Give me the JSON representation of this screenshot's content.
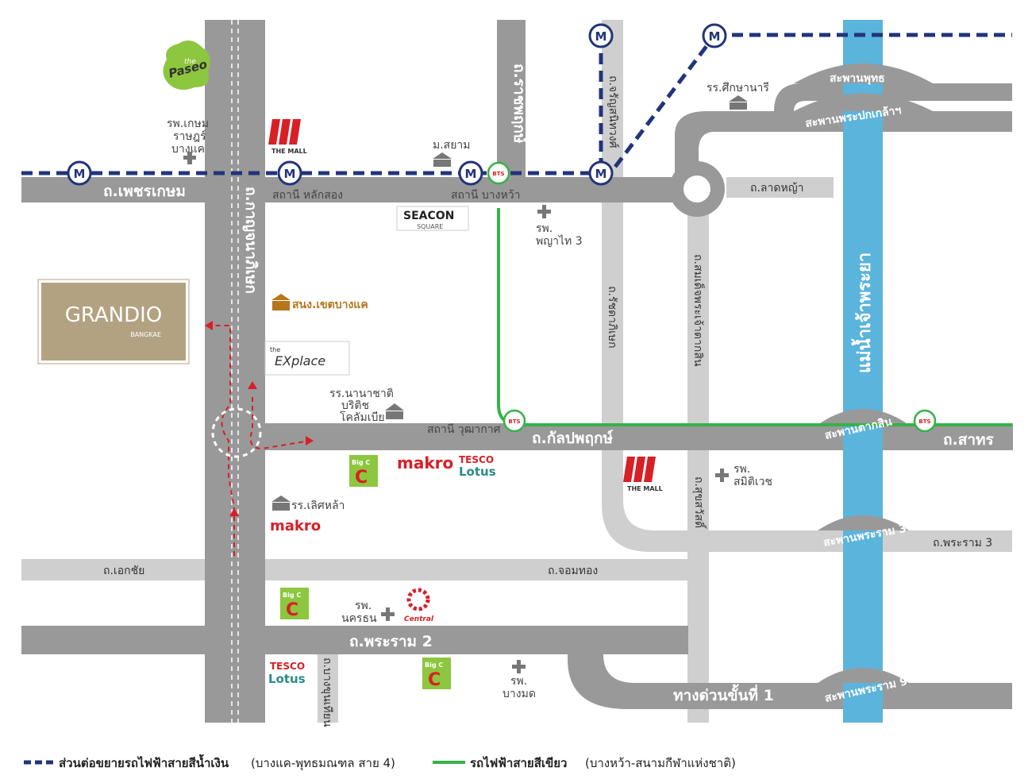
{
  "roads": {
    "phetkasem": "ถ.เพชรเกษม",
    "kanchanaphisek": "ถ.กาญจนาภิเษก",
    "ratchaphruek": "ถ.ราชพฤกษ์",
    "charansanitwong": "ถ.จรัญสนิทวงศ์",
    "lat_ya": "ถ.ลาดหญ้า",
    "ratchadaphisek": "ถ.รัชดาภิเษก",
    "somdet": "ถ.สมเด็จพระเจ้าตากสิน",
    "kanlapaphruek": "ถ.กัลปพฤกษ์",
    "sathorn": "ถ.สาทร",
    "suksawat": "ถ.สุขสวัสดิ์",
    "rama3": "ถ.พระราม 3",
    "ekkachai": "ถ.เอกชัย",
    "chom_thong": "ถ.จอมทอง",
    "rama2": "ถ.พระราม 2",
    "bang_khunthian": "ถ.บางขุนเทียน",
    "expressway": "ทางด่วนขั้นที่ 1"
  },
  "bridges": {
    "phut": "สะพานพุทธ",
    "pokklao": "สะพานพระปกเกล้าฯ",
    "taksin": "สะพานตากสิน",
    "rama3": "สะพานพระราม 3",
    "rama9": "สะพานพระราม 9"
  },
  "river": "แม่น้ำเจ้าพระยา",
  "stations": {
    "lak_song": "สถานี หลักสอง",
    "bang_wa": "สถานี บางหว้า",
    "wutthakat": "สถานี วุฒากาศ"
  },
  "poi": {
    "paseo_the": "the",
    "paseo_name": "Paseo",
    "hosp_kasem": [
      "รพ.เกษม",
      "ราษฎร์",
      "บางแค"
    ],
    "the_mall": "THE MALL",
    "m_siam": "ม.สยาม",
    "seacon_top": "SEACON",
    "seacon_bottom": "SQUARE",
    "hosp_phyathai": [
      "รพ.",
      "พญาไท 3"
    ],
    "grandio": "GRANDIO",
    "grandio_sub": "BANGKAE",
    "district_office": "สนง.เขตบางแค",
    "explace_the": "the",
    "explace_name": "EXplace",
    "intl_school": [
      "รร.นานาชาติ",
      "บริติช",
      "โคลัมเบีย"
    ],
    "school_sueksa": "รร.ศึกษานารี",
    "hosp_samitivej": [
      "รพ.",
      "สมิติเวช"
    ],
    "bigc": "Big C",
    "makro": "makro",
    "tesco": "TESCO",
    "lotus": "Lotus",
    "school_loetla": "รร.เลิศหล้า",
    "hosp_nakhon": [
      "รพ.",
      "นครธน"
    ],
    "central": "Central",
    "hosp_bangmot": [
      "รพ.",
      "บางมด"
    ],
    "metro_letter": "M",
    "bts_letter": "BTS"
  },
  "legend": {
    "blue_bold": "ส่วนต่อขยายรถไฟฟ้าสายสีน้ำเงิน",
    "blue_note": "(บางแค-พุทธมณฑล สาย 4)",
    "green_bold": "รถไฟฟ้าสายสีเขียว",
    "green_note": "(บางหว้า-สนามกีฬาแห่งชาติ)"
  },
  "colors": {
    "road_dark": "#999999",
    "road_light": "#cfcfcf",
    "river": "#5bb4dc",
    "blue_line": "#223479",
    "green_line": "#36b24a",
    "route_red": "#d81f26",
    "grandio_bg": "#b3a281"
  }
}
